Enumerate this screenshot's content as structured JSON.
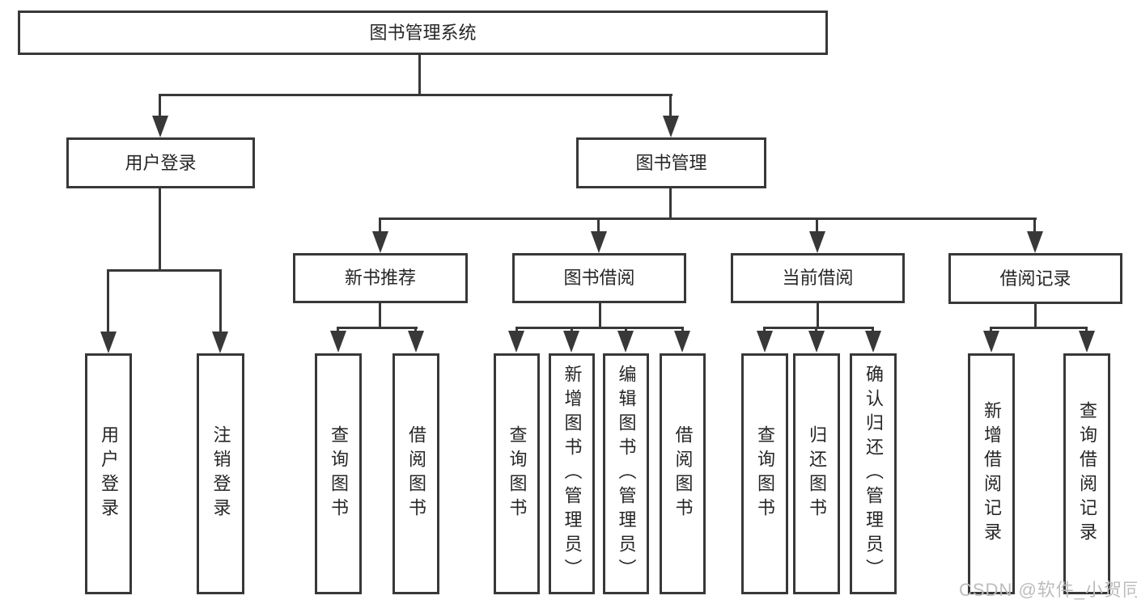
{
  "tree": {
    "label": "图书管理系统",
    "children": [
      {
        "label": "用户登录",
        "children": [
          {
            "label": "用户登录"
          },
          {
            "label": "注销登录"
          }
        ]
      },
      {
        "label": "图书管理",
        "children": [
          {
            "label": "新书推荐",
            "children": [
              {
                "label": "查询图书"
              },
              {
                "label": "借阅图书"
              }
            ]
          },
          {
            "label": "图书借阅",
            "children": [
              {
                "label": "查询图书"
              },
              {
                "label": "新增图书（管理员）"
              },
              {
                "label": "编辑图书（管理员）"
              },
              {
                "label": "借阅图书"
              }
            ]
          },
          {
            "label": "当前借阅",
            "children": [
              {
                "label": "查询图书"
              },
              {
                "label": "归还图书"
              },
              {
                "label": "确认归还（管理员）"
              }
            ]
          },
          {
            "label": "借阅记录",
            "children": [
              {
                "label": "新增借阅记录"
              },
              {
                "label": "查询借阅记录"
              }
            ]
          }
        ]
      }
    ]
  },
  "watermark": {
    "text": "CSDN @软件_小贺同学"
  },
  "colors": {
    "line": "#383838",
    "text": "#262626",
    "watermark": "#bcbcbc",
    "background": "#ffffff"
  }
}
